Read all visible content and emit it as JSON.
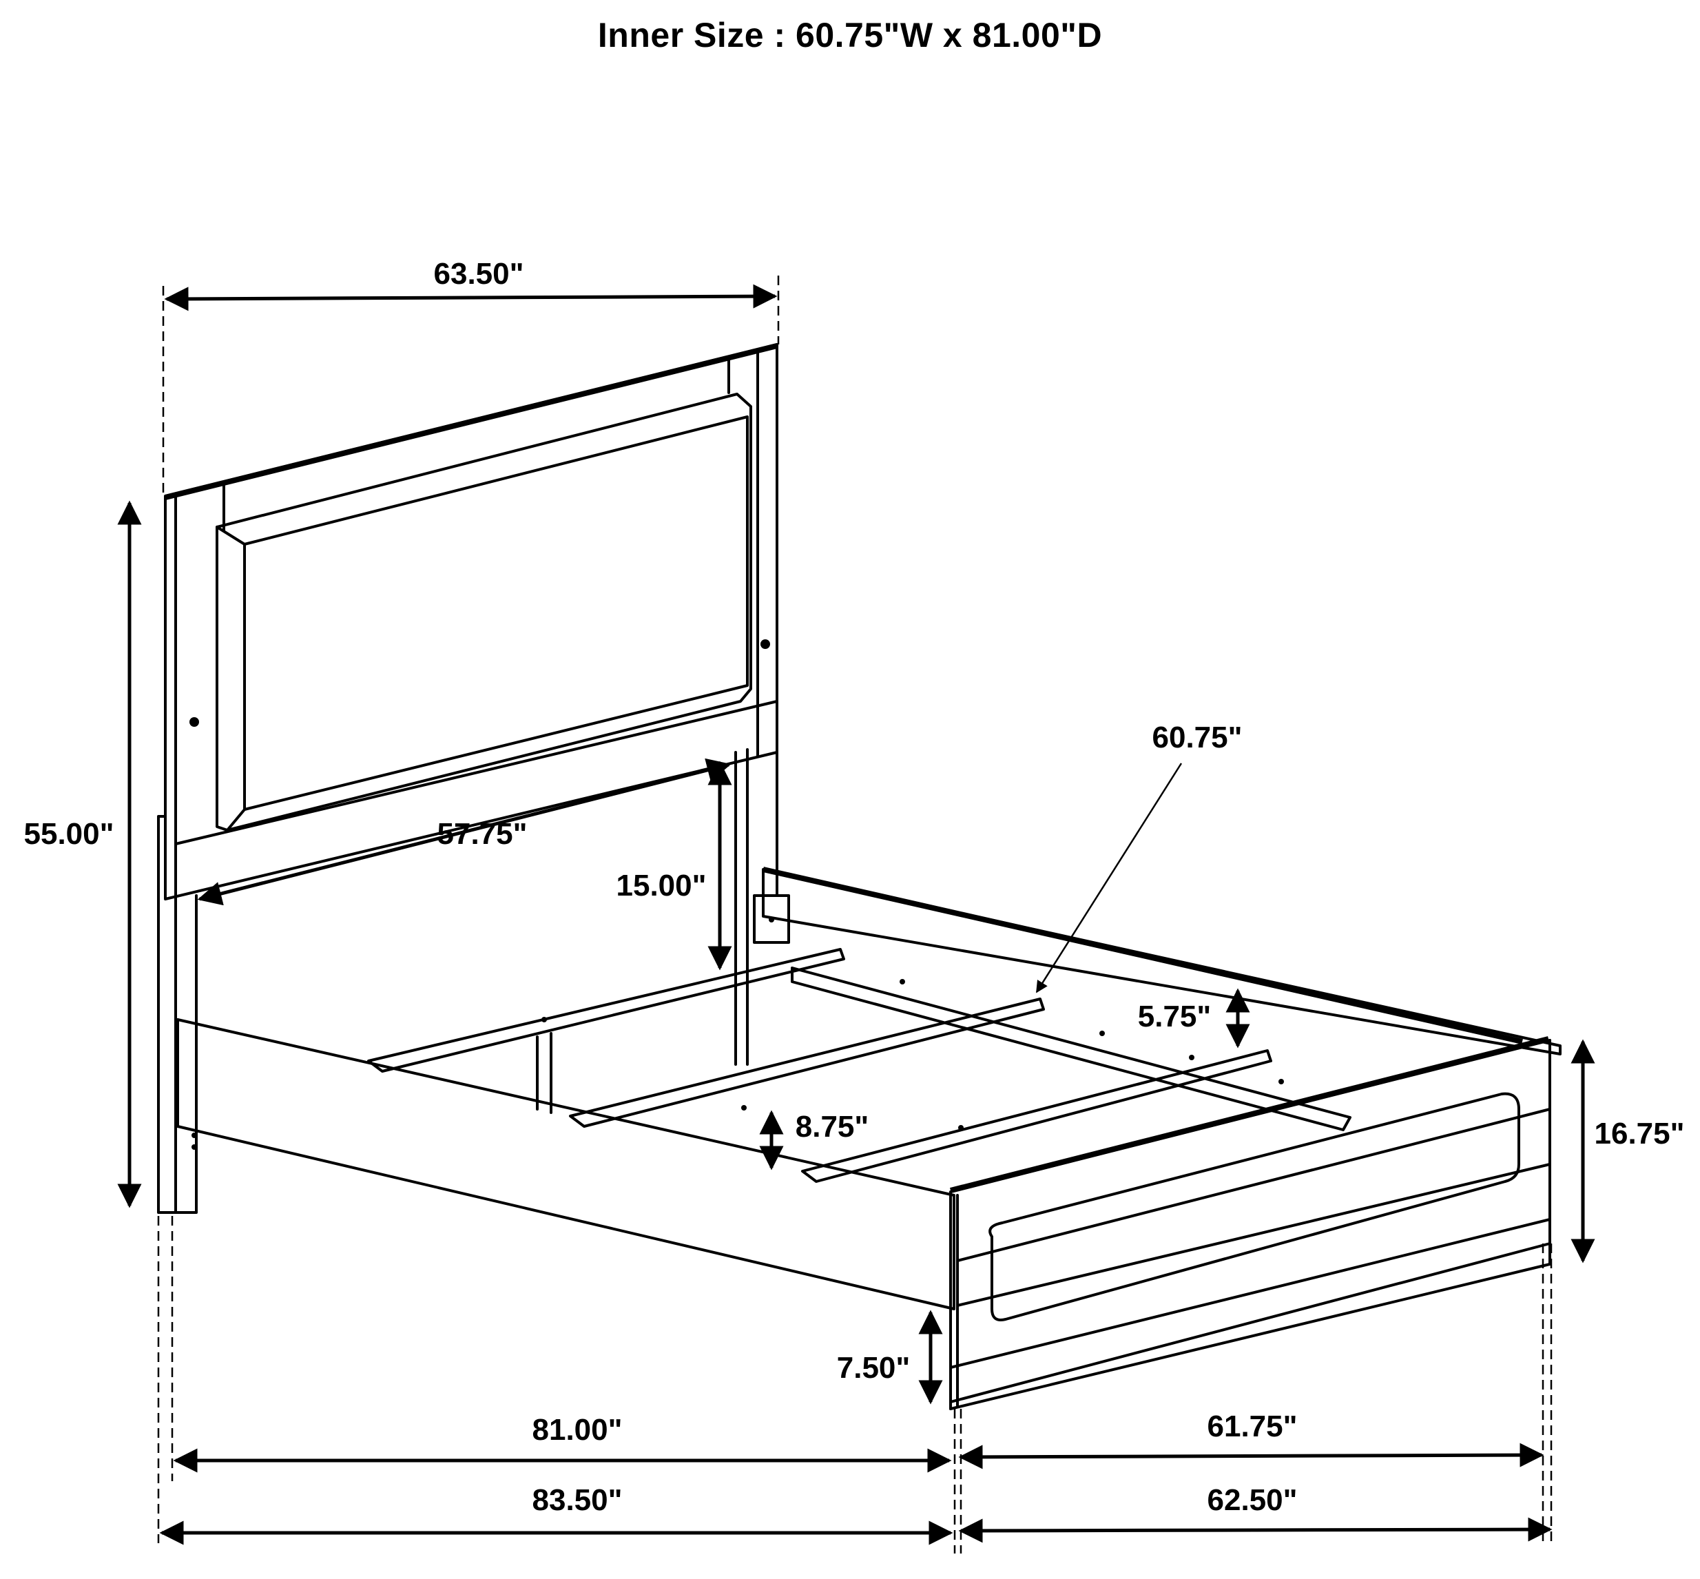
{
  "title": "Inner Size : 60.75\"W x 81.00\"D",
  "dimensions": {
    "headboard_width": "63.50\"",
    "headboard_height": "55.00\"",
    "headboard_inner_width": "57.75\"",
    "headboard_clearance": "15.00\"",
    "inner_width": "60.75\"",
    "rail_height": "5.75\"",
    "slat_clearance": "8.75\"",
    "footboard_height": "16.75\"",
    "footboard_clearance": "7.50\"",
    "inner_length": "81.00\"",
    "overall_length": "83.50\"",
    "footboard_inner_width": "61.75\"",
    "overall_width": "62.50\""
  }
}
